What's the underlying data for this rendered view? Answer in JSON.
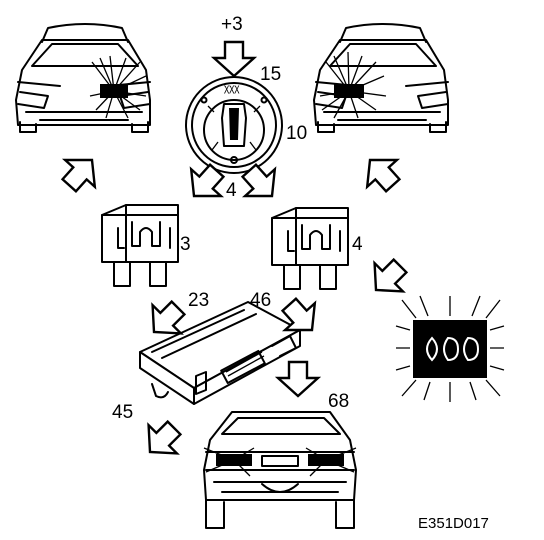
{
  "labels": {
    "terminal_plus3": "+3",
    "switch_pos_15": "15",
    "switch_pos_10": "10",
    "switch_out_4": "4",
    "fuse_left_num": "3",
    "fuse_right_num": "4",
    "module_pin_23": "23",
    "module_pin_46": "46",
    "module_pin_45": "45",
    "module_pin_68": "68",
    "figure_code": "E351D017"
  },
  "colors": {
    "ink": "#000000",
    "paper": "#ffffff"
  },
  "icons": [
    "arrow-icon",
    "fog-lamp-indicator-icon"
  ]
}
